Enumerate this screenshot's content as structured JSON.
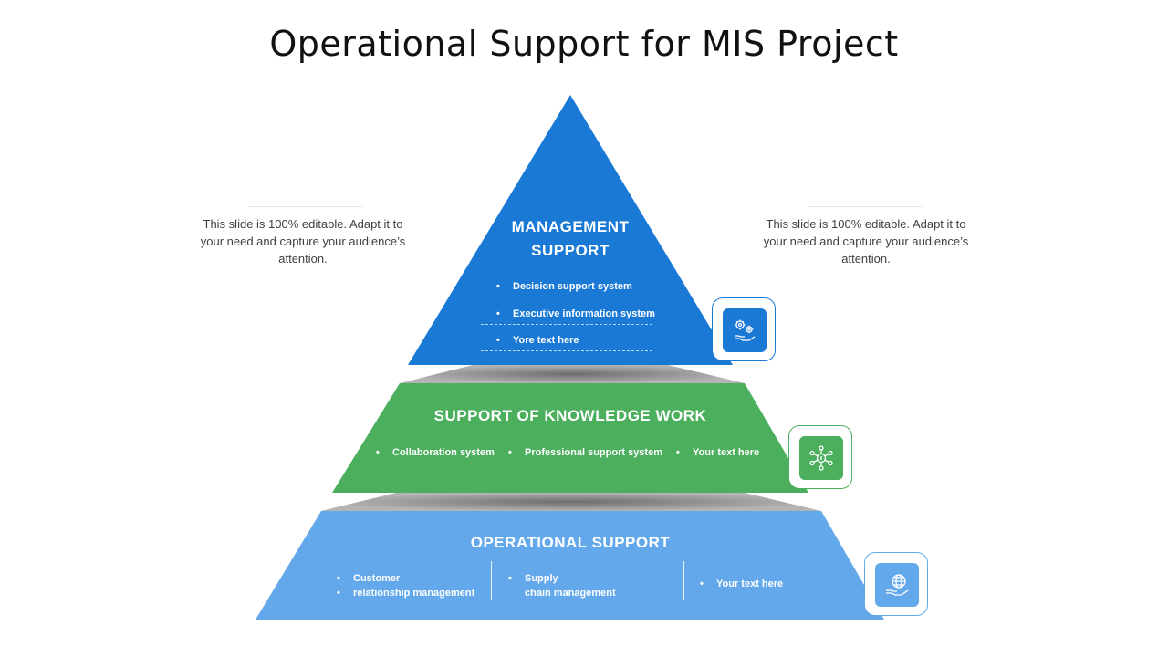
{
  "slide": {
    "title": "Operational Support for MIS Project",
    "left_note": "This slide is 100% editable. Adapt it to your need and capture your audience’s attention.",
    "right_note": "This slide is 100% editable. Adapt it to your need and capture your audience’s attention."
  },
  "pyramid": {
    "top": {
      "title_line1": "MANAGEMENT",
      "title_line2": "SUPPORT",
      "items": [
        "Decision support system",
        "Executive information system",
        "Yore text here"
      ],
      "color": "#1b79d6",
      "icon": "gears-hand-icon"
    },
    "middle": {
      "title": "SUPPORT OF KNOWLEDGE WORK",
      "items": [
        "Collaboration system",
        "Professional support system",
        "Your text here"
      ],
      "color": "#4caf5e",
      "icon": "network-hub-icon"
    },
    "bottom": {
      "title": "OPERATIONAL SUPPORT",
      "item1_line1": "Customer",
      "item1_line2": "relationship management",
      "item2_line1": "Supply",
      "item2_line2": "chain management",
      "item3": "Your text here",
      "color": "#62a8ea",
      "icon": "globe-hand-icon"
    }
  }
}
